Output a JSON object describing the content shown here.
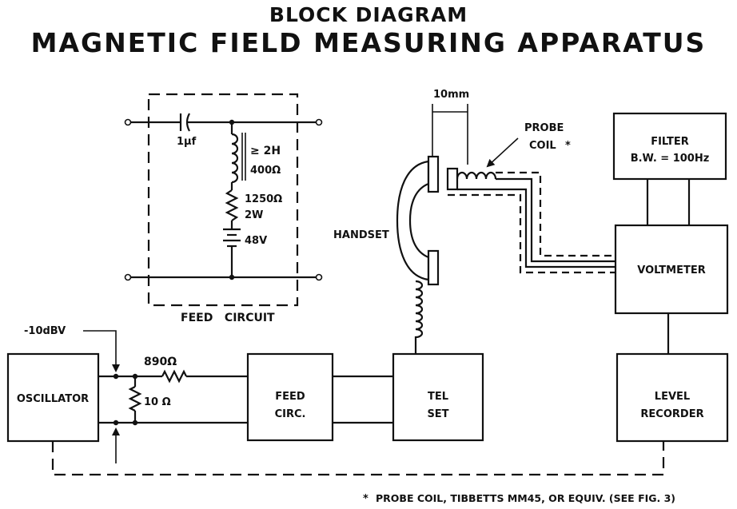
{
  "header": {
    "line1": "BLOCK DIAGRAM",
    "line2": "MAGNETIC FIELD MEASURING APPARATUS"
  },
  "blocks": {
    "oscillator": "OSCILLATOR",
    "feed_circ_1": "FEED",
    "feed_circ_2": "CIRC.",
    "tel_set_1": "TEL",
    "tel_set_2": "SET",
    "level_recorder_1": "LEVEL",
    "level_recorder_2": "RECORDER",
    "voltmeter": "VOLTMETER",
    "filter_1": "FILTER",
    "filter_2": "B.W. = 100Hz"
  },
  "feed_circuit": {
    "title": "FEED   CIRCUIT",
    "capacitor": "1μf",
    "inductance": "≥ 2H",
    "inductor_resistance": "400Ω",
    "resistor": "1250Ω",
    "resistor_power": "2W",
    "battery": "48V"
  },
  "labels": {
    "level": "-10dBV",
    "series_resistor": "890Ω",
    "shunt_resistor": "10 Ω",
    "handset": "HANDSET",
    "spacing": "10mm",
    "probe_1": "PROBE",
    "probe_2": "COIL",
    "footnote": "PROBE COIL, TIBBETTS MM45, OR EQUIV. (SEE FIG. 3)"
  }
}
